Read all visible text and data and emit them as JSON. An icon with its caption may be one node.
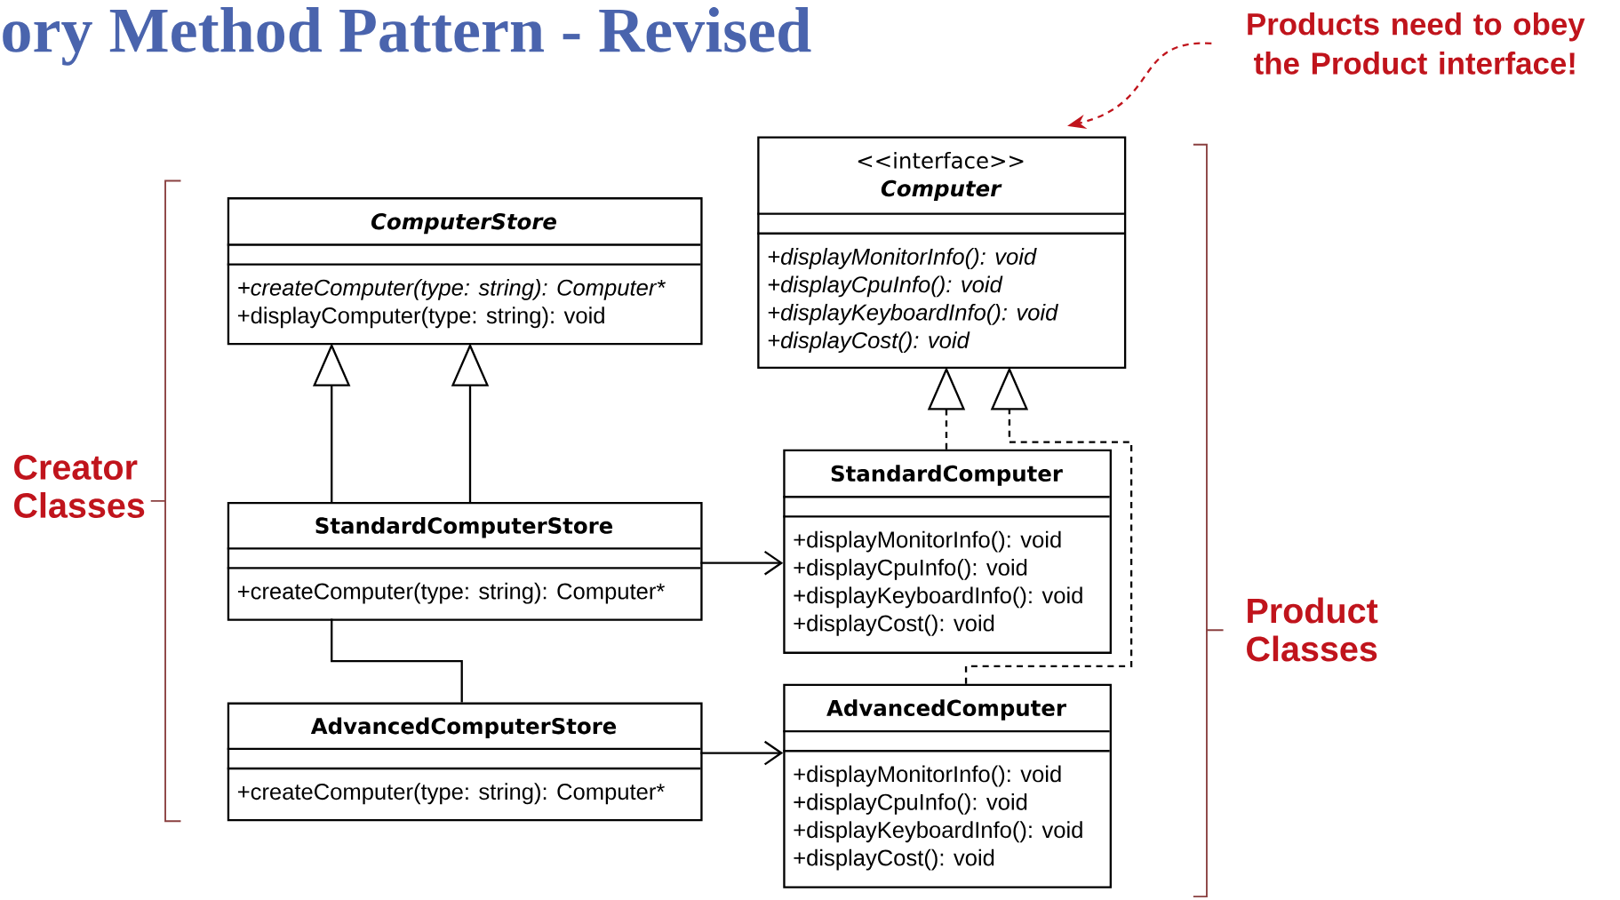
{
  "diagram": {
    "title": "ory Method Pattern - Revised",
    "nodes": [
      {
        "text": [
          "ComputerStore",
          "+createComputer(type: string): Computer*",
          "+displayComputer(type: string): void"
        ]
      },
      {
        "text": [
          "<<interface>>",
          "Computer",
          "+displayMonitorInfo(): void",
          "+displayCpuInfo(): void",
          "+displayKeyboardInfo(): void",
          "+displayCost(): void"
        ]
      },
      {
        "text": [
          "StandardComputerStore",
          "+createComputer(type: string): Computer*"
        ]
      },
      {
        "text": [
          "StandardComputer",
          "+displayMonitorInfo(): void",
          "+displayCpuInfo(): void",
          "+displayKeyboardInfo(): void",
          "+displayCost(): void"
        ]
      },
      {
        "text": [
          "AdvancedComputerStore",
          "+createComputer(type: string): Computer*"
        ]
      },
      {
        "text": [
          "AdvancedComputer",
          "+displayMonitorInfo(): void",
          "+displayCpuInfo(): void",
          "+displayKeyboardInfo(): void",
          "+displayCost(): void"
        ]
      },
      {
        "text": [
          "Products need to obey the Product interface!"
        ]
      }
    ],
    "edges": [
      {
        "from": 2,
        "to": 0,
        "arrow": "to"
      },
      {
        "from": 2,
        "to": 0,
        "arrow": "to"
      },
      {
        "from": 4,
        "to": 2,
        "arrow": "none"
      },
      {
        "from": 2,
        "to": 3,
        "arrow": "to"
      },
      {
        "from": 4,
        "to": 5,
        "arrow": "to"
      },
      {
        "from": 3,
        "to": 1,
        "arrow": "to",
        "style": "dashed"
      },
      {
        "from": 5,
        "to": 1,
        "arrow": "to",
        "style": "dashed"
      },
      {
        "from": 6,
        "to": 1,
        "arrow": "to",
        "style": "dashed",
        "color": "#c0141c"
      }
    ],
    "labels": [
      "Creator Classes",
      "Product Classes"
    ]
  }
}
